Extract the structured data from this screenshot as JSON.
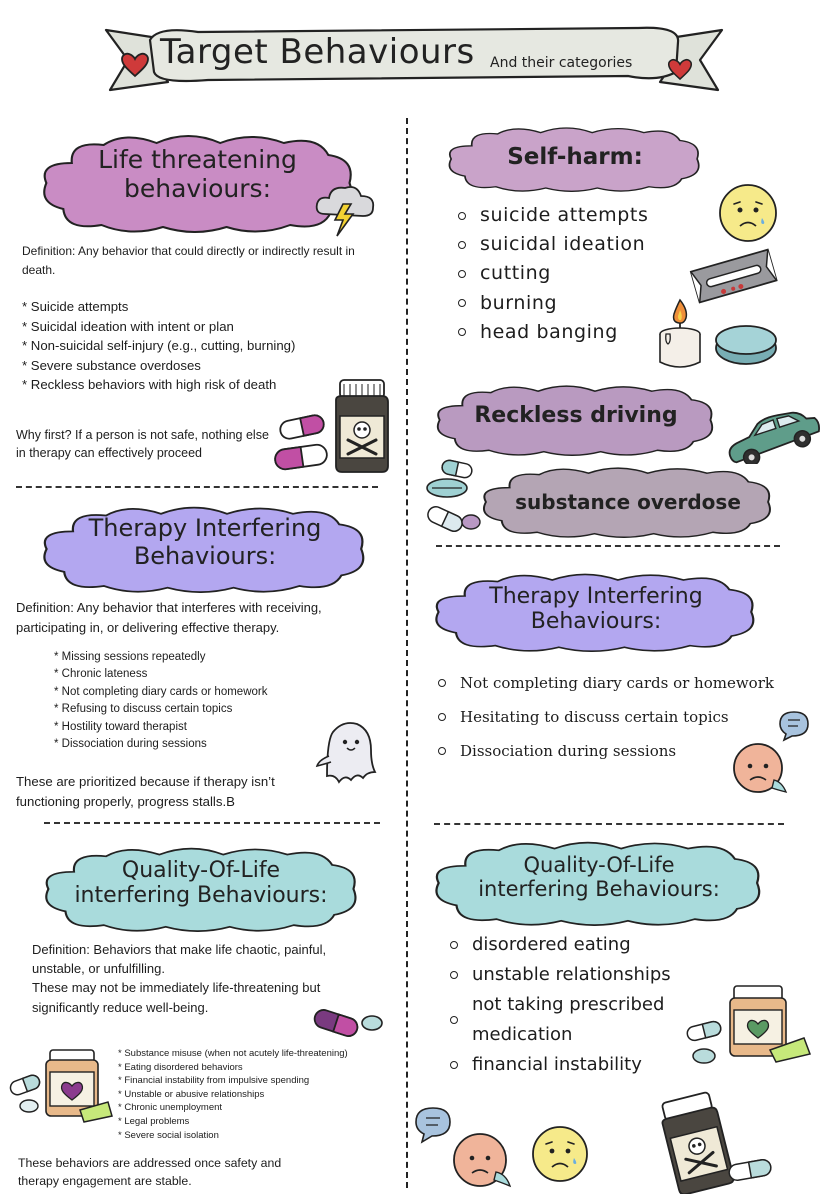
{
  "banner": {
    "title": "Target Behaviours",
    "subtitle": "And their categories"
  },
  "left": {
    "life": {
      "title_line1": "Life threatening",
      "title_line2": "behaviours:",
      "definition": "Definition: Any behavior that could directly or indirectly result in death.",
      "items": [
        "Suicide attempts",
        "Suicidal ideation with intent or plan",
        "Non-suicidal self-injury (e.g., cutting, burning)",
        "Severe substance overdoses",
        "Reckless behaviors with high risk of death"
      ],
      "why": "Why first? If a person is not safe, nothing else in therapy can effectively proceed"
    },
    "therapy": {
      "title_line1": "Therapy Interfering",
      "title_line2": "Behaviours:",
      "definition": "Definition: Any behavior that interferes with receiving, participating in, or delivering effective therapy.",
      "items": [
        "Missing sessions repeatedly",
        "Chronic lateness",
        "Not completing diary cards or homework",
        "Refusing to discuss certain topics",
        "Hostility toward therapist",
        "Dissociation during sessions"
      ],
      "note": "These are prioritized because if therapy isn’t functioning properly, progress stalls.B"
    },
    "quality": {
      "title_line1": "Quality-Of-Life",
      "title_line2": "interfering Behaviours:",
      "definition1": "Definition: Behaviors that make life chaotic, painful, unstable, or unfulfilling.",
      "definition2": "These may not be immediately life-threatening but significantly reduce well-being.",
      "items": [
        "Substance misuse (when not acutely life-threatening)",
        "Eating disordered behaviors",
        "Financial instability from impulsive spending",
        "Unstable or abusive relationships",
        "Chronic unemployment",
        "Legal problems",
        "Severe social isolation"
      ],
      "note": "These behaviors are addressed once safety and therapy engagement are stable."
    }
  },
  "right": {
    "selfharm": {
      "title": "Self-harm:",
      "items": [
        "suicide attempts",
        "suicidal ideation",
        "cutting",
        "burning",
        "head banging"
      ]
    },
    "reckless": {
      "title": "Reckless driving"
    },
    "overdose": {
      "title": "substance overdose"
    },
    "therapy": {
      "title_line1": "Therapy Interfering",
      "title_line2": "Behaviours:",
      "items": [
        "Not completing diary cards or homework",
        "Hesitating to discuss certain topics",
        "Dissociation during sessions"
      ]
    },
    "quality": {
      "title_line1": "Quality-Of-Life",
      "title_line2": "interfering Behaviours:",
      "items": [
        "disordered eating",
        "unstable relationships",
        "not taking prescribed medication",
        "financial instability"
      ]
    }
  },
  "colors": {
    "pink_cloud": "#c98cc4",
    "mauve_cloud": "#c9a3c9",
    "dusty_purple": "#b49ab8",
    "lilac_cloud": "#b3a7f0",
    "teal_cloud": "#a9dbdc",
    "banner": "#e6e8e1",
    "heart": "#cf3a3a"
  },
  "icons": [
    "heart-icon",
    "storm-cloud-icon",
    "pill-bottle-icon",
    "pill-icon",
    "ghost-icon",
    "sad-face-icon",
    "razor-blade-icon",
    "candle-icon",
    "car-icon",
    "speech-bubble-icon"
  ]
}
